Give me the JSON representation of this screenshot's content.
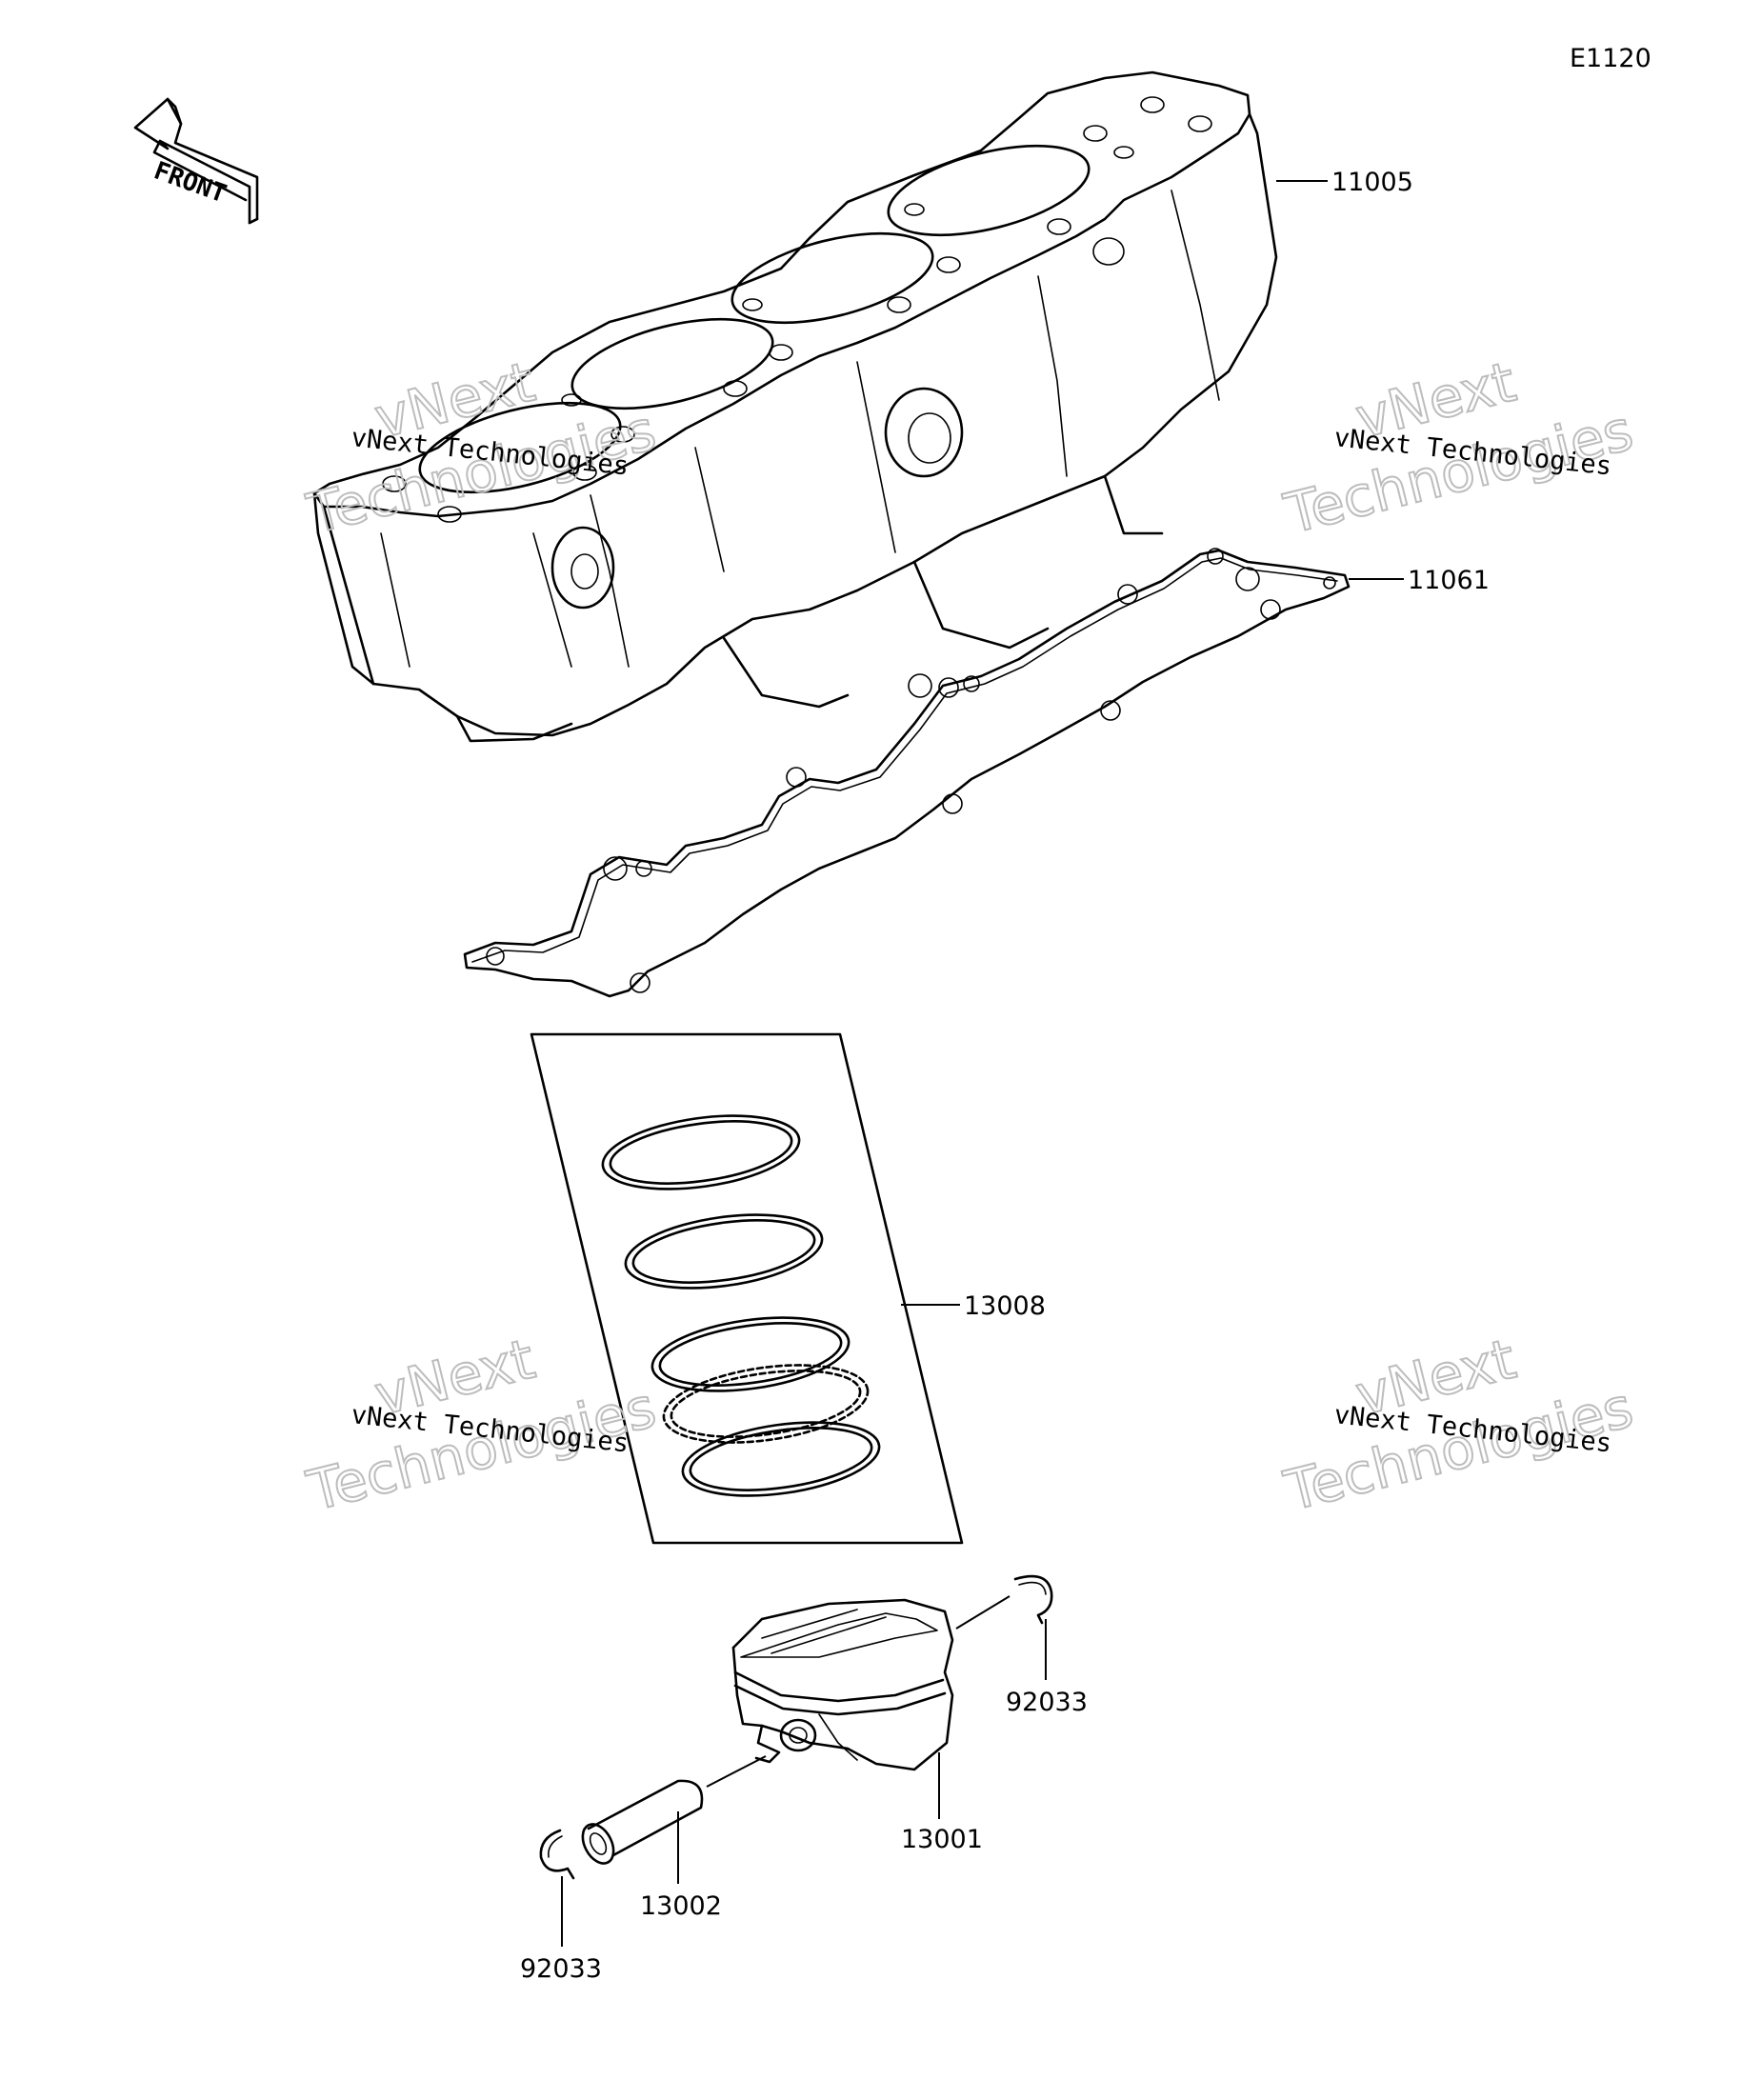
{
  "diagram_code": "E1120",
  "front_label": "FRONT",
  "watermarks": [
    {
      "small": "vNext Technologies",
      "big_1": "vNext",
      "big_2": "Technologies"
    },
    {
      "small": "vNext Technologies",
      "big_1": "vNext",
      "big_2": "Technologies"
    },
    {
      "small": "vNext Technologies",
      "big_1": "vNext",
      "big_2": "Technologies"
    },
    {
      "small": "vNext Technologies",
      "big_1": "vNext",
      "big_2": "Technologies"
    }
  ],
  "parts": [
    {
      "number": "11005",
      "name": "cylinder-block"
    },
    {
      "number": "11061",
      "name": "cylinder-base-gasket"
    },
    {
      "number": "13008",
      "name": "piston-ring-set"
    },
    {
      "number": "92033",
      "name": "circlip-right"
    },
    {
      "number": "13001",
      "name": "piston"
    },
    {
      "number": "13002",
      "name": "piston-pin"
    },
    {
      "number": "92033",
      "name": "circlip-left"
    }
  ]
}
